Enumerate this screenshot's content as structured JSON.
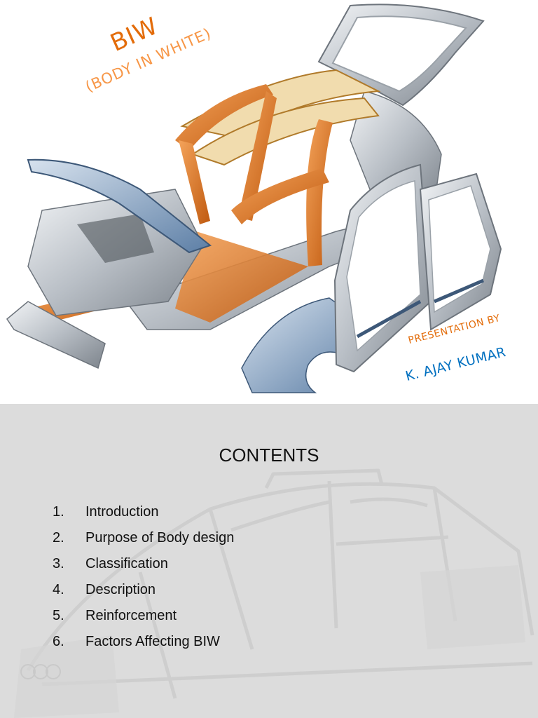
{
  "slide1": {
    "title": "BIW",
    "subtitle": "(BODY IN WHITE)",
    "presented_by_label": "PRESENTATION BY",
    "author": "K. AJAY KUMAR",
    "colors": {
      "orange": "#e36c0a",
      "light_orange": "#f79646",
      "blue": "#0070c0"
    }
  },
  "slide2": {
    "heading": "CONTENTS",
    "items": [
      {
        "num": "1.",
        "label": "Introduction"
      },
      {
        "num": "2.",
        "label": "Purpose of Body design"
      },
      {
        "num": "3.",
        "label": "Classification"
      },
      {
        "num": "4.",
        "label": "Description"
      },
      {
        "num": "5.",
        "label": "Reinforcement"
      },
      {
        "num": "6.",
        "label": "Factors Affecting BIW"
      }
    ],
    "colors": {
      "background": "#dcdcdc",
      "text": "#111111"
    }
  }
}
